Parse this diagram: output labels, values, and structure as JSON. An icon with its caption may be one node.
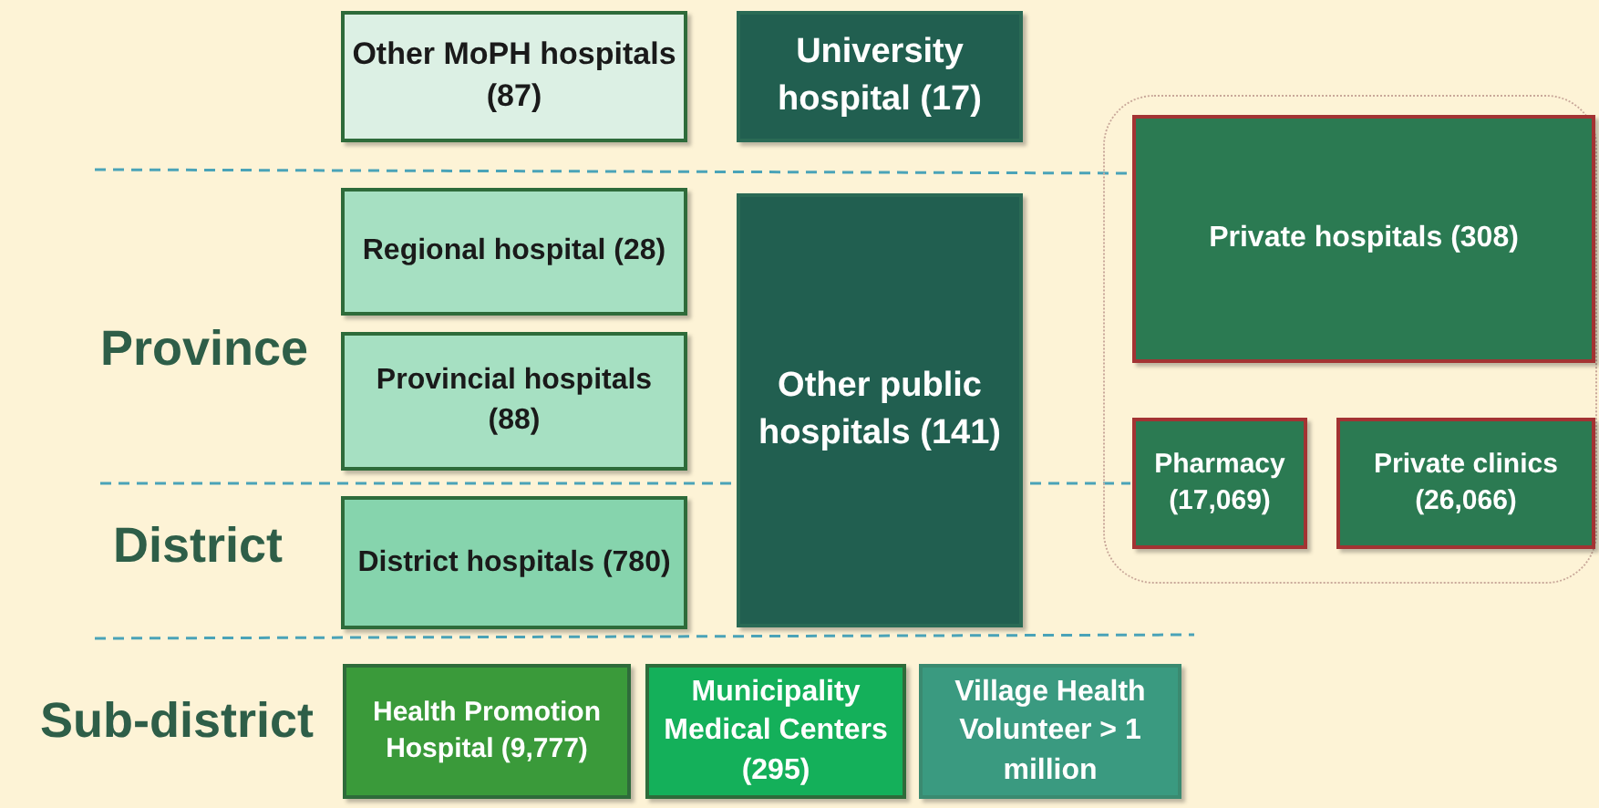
{
  "diagram": {
    "nodes": [
      {
        "text": [
          "Other MoPH hospitals (87)"
        ]
      },
      {
        "text": [
          "University hospital (17)"
        ]
      },
      {
        "text": [
          "Regional hospital (28)"
        ]
      },
      {
        "text": [
          "Provincial hospitals (88)"
        ]
      },
      {
        "text": [
          "Other public hospitals (141)"
        ]
      },
      {
        "text": [
          "District hospitals (780)"
        ]
      },
      {
        "text": [
          "Health Promotion Hospital (9,777)"
        ]
      },
      {
        "text": [
          "Municipality Medical Centers (295)"
        ]
      },
      {
        "text": [
          "Village Health Volunteer > 1 million"
        ]
      },
      {
        "text": [],
        "shape": "box"
      },
      {
        "text": [
          "Private hospitals (308)"
        ],
        "in": 9
      },
      {
        "text": [
          "Pharmacy (17,069)"
        ],
        "in": 9
      },
      {
        "text": [
          "Private clinics (26,066)"
        ],
        "in": 9
      }
    ],
    "edges": [],
    "labels": [
      "Province",
      "District",
      "Sub-district"
    ]
  }
}
